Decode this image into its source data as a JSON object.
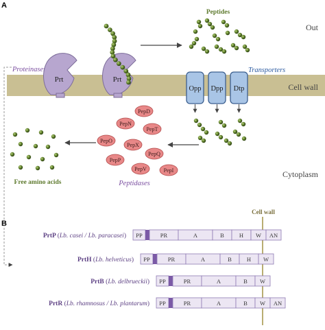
{
  "panels": {
    "a": "A",
    "b": "B"
  },
  "top": {
    "out_label": "Out",
    "cell_wall_label": "Cell wall",
    "cytoplasm_label": "Cytoplasm",
    "peptides_label": "Peptides",
    "proteinases_label": "Proteinases",
    "transporters_label": "Transporters",
    "prt_label": "Prt",
    "transporters": [
      "Opp",
      "Dpp",
      "Dtp"
    ],
    "peptidases_label": "Peptidases",
    "free_amino_acids_label": "Free amino acids",
    "peps": [
      "PepD",
      "PepN",
      "PepT",
      "PepO",
      "PepX",
      "PepQ",
      "PepP",
      "PepV",
      "PepI"
    ]
  },
  "bottom": {
    "cell_wall_label": "Cell wall",
    "rows": [
      {
        "name": "PrtP",
        "species": "Lb. casei / Lb. paracasei",
        "domains": [
          "PP",
          "PR",
          "A",
          "B",
          "H",
          "W",
          "AN"
        ]
      },
      {
        "name": "PrtH",
        "species": "Lb. helveticus",
        "domains": [
          "PP",
          "PR",
          "A",
          "B",
          "H",
          "W"
        ]
      },
      {
        "name": "PrtB",
        "species": "Lb. delbrueckii",
        "domains": [
          "PP",
          "PR",
          "A",
          "B",
          "W"
        ]
      },
      {
        "name": "PrtR",
        "species": "Lb. rhamnosus / Lb. plantarum",
        "domains": [
          "PP",
          "PR",
          "A",
          "B",
          "W",
          "AN"
        ]
      }
    ]
  },
  "colors": {
    "membrane": "#c9bf93",
    "prt_fill": "#b7a6cf",
    "transporter_fill": "#a9c5e6",
    "pep_fill": "#e88888",
    "amino_acid": "#6b8a3a",
    "domain_fill": "#ece6f3",
    "domain_border": "#8f7bb3",
    "cellwall_line": "#b9ad72",
    "label_purple": "#7b4fa0",
    "label_green": "#5e7a2e",
    "label_blue": "#2b5aa0"
  }
}
